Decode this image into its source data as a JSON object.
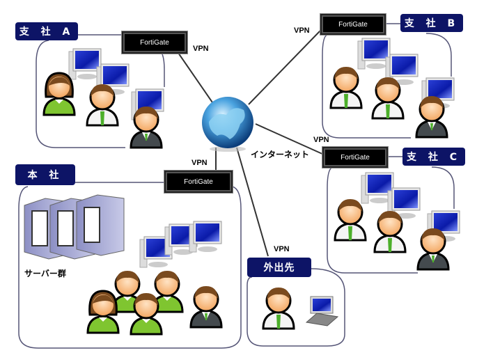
{
  "network": {
    "internet_label": "インターネット",
    "vpn_label": "VPN",
    "device_label": "FortiGate"
  },
  "sites": {
    "branch_a": {
      "label": "支 社 A"
    },
    "branch_b": {
      "label": "支 社 B"
    },
    "branch_c": {
      "label": "支 社 C"
    },
    "headquarters": {
      "label": "本 社",
      "server_label": "サーバー群"
    },
    "remote": {
      "label": "外出先"
    }
  },
  "colors": {
    "label_bg": "#0d1466",
    "device_bg": "#000000",
    "link": "#333333",
    "boundary": "#555577"
  }
}
